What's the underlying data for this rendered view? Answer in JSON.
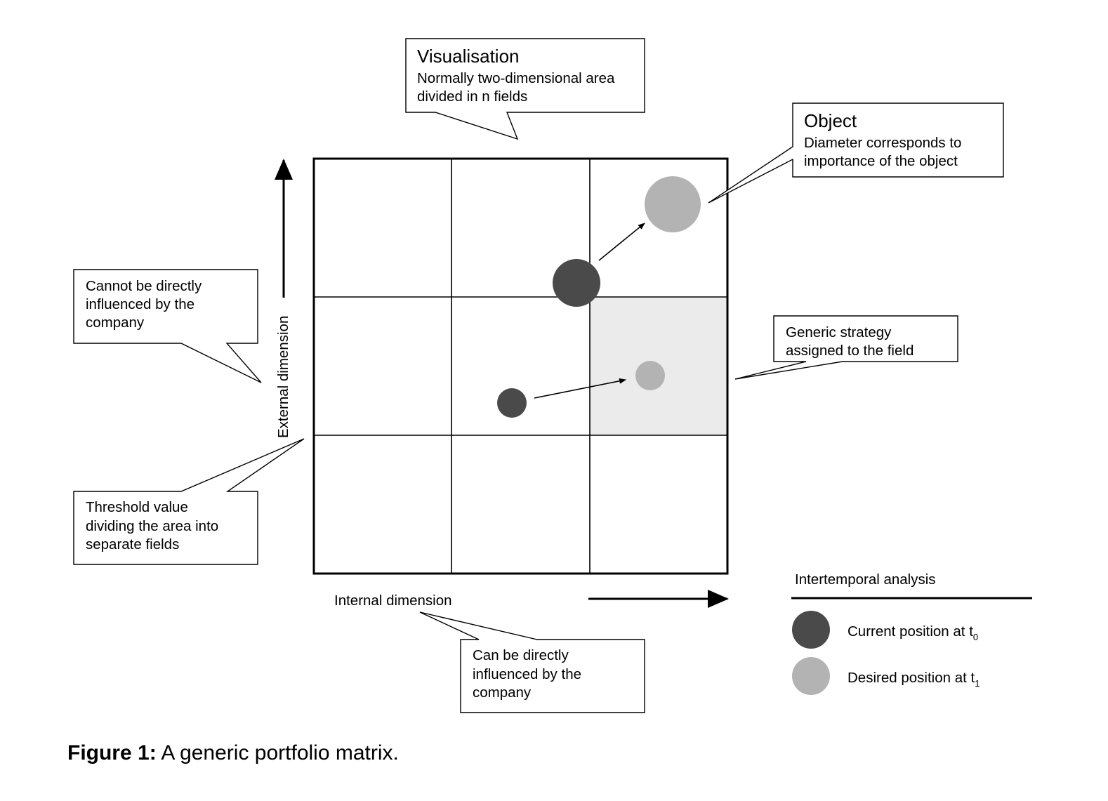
{
  "callouts": {
    "visualisation": {
      "title": "Visualisation",
      "lines": [
        "Normally two-dimensional area",
        "divided in n fields"
      ]
    },
    "object": {
      "title": "Object",
      "lines": [
        "Diameter corresponds to",
        "importance of the object"
      ]
    },
    "external": {
      "lines": [
        "Cannot be directly",
        "influenced by the",
        "company"
      ]
    },
    "generic_strategy": {
      "lines": [
        "Generic strategy",
        "assigned to the field"
      ]
    },
    "threshold": {
      "lines": [
        "Threshold value",
        "dividing the area into",
        "separate fields"
      ]
    },
    "internal": {
      "lines": [
        "Can be directly",
        "influenced by the",
        "company"
      ]
    }
  },
  "axes": {
    "y_label": "External dimension",
    "x_label": "Internal dimension"
  },
  "matrix": {
    "rows": 3,
    "cols": 3,
    "highlighted_cell": {
      "row": 2,
      "col": 3
    }
  },
  "legend": {
    "title": "Intertemporal analysis",
    "current": {
      "text": "Current position at t",
      "sub": "0"
    },
    "desired": {
      "text": "Desired position at t",
      "sub": "1"
    }
  },
  "colors": {
    "current": "#4a4a4a",
    "desired": "#b3b3b3",
    "highlight": "#ebebeb",
    "line": "#000000"
  },
  "caption": {
    "label": "Figure 1:",
    "text": "A generic portfolio matrix."
  }
}
